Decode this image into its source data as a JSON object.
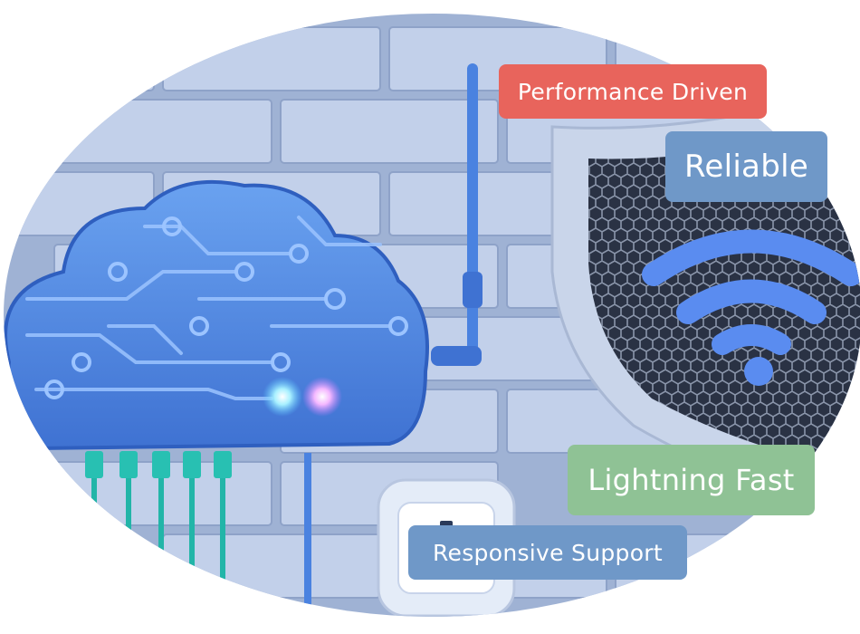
{
  "badges": {
    "performance": "Performance Driven",
    "reliable": "Reliable",
    "lightning": "Lightning Fast",
    "support": "Responsive Support"
  },
  "colors": {
    "performance": "#e8645c",
    "reliable": "#6f98c8",
    "lightning": "#8fc295",
    "support": "#6f98c8",
    "cloud": "#4a82e0",
    "wall": "#b8c9e8",
    "cable": "#22b5a8"
  },
  "icons": {
    "cloud": "cloud-circuit-router-icon",
    "shield": "wifi-shield-icon",
    "antenna": "antenna-icon",
    "outlet": "power-outlet-icon"
  }
}
